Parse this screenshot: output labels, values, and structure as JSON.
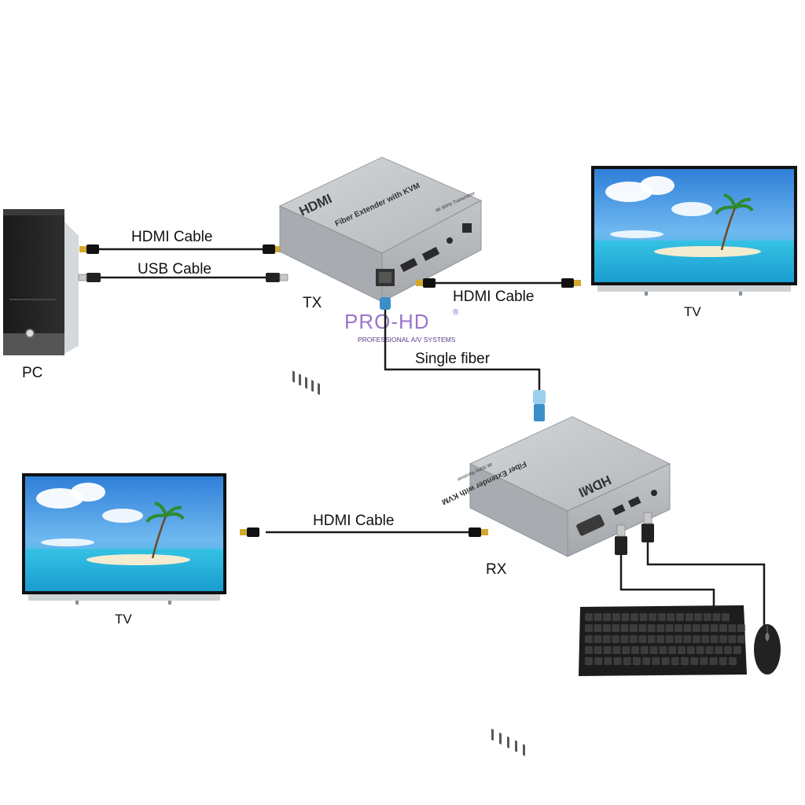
{
  "devices": {
    "pc": {
      "label": "PC"
    },
    "tx": {
      "label": "TX",
      "hdmi_logo": "HDMI",
      "front_text": "Fiber Extender with KVM",
      "model_text": "4K 60Hz Transmitter"
    },
    "rx": {
      "label": "RX",
      "hdmi_logo": "HDMI",
      "front_text": "Fiber Extender with KVM",
      "model_text": "4K 60Hz Receiver"
    },
    "tv_source": {
      "label": "TV"
    },
    "tv_remote": {
      "label": "TV"
    },
    "keyboard": {
      "icon": "keyboard-icon"
    },
    "mouse": {
      "icon": "mouse-icon"
    }
  },
  "cables": {
    "pc_hdmi": "HDMI Cable",
    "pc_usb": "USB Cable",
    "tx_tv_hdmi": "HDMI Cable",
    "fiber": "Single fiber",
    "rx_tv_hdmi": "HDMI Cable"
  },
  "brand": {
    "name": "PRO-HD",
    "registered": "®",
    "tagline": "PROFESSIONAL A/V SYSTEMS",
    "color": "#8a5cc4"
  },
  "colors": {
    "device_body": "#b9bdc1",
    "device_top": "#c9cdd1",
    "fiber_connector": "#3a8fc8",
    "cable": "#1a1a1a",
    "sky": "#3f8fe0",
    "sea": "#2bb5dc"
  }
}
